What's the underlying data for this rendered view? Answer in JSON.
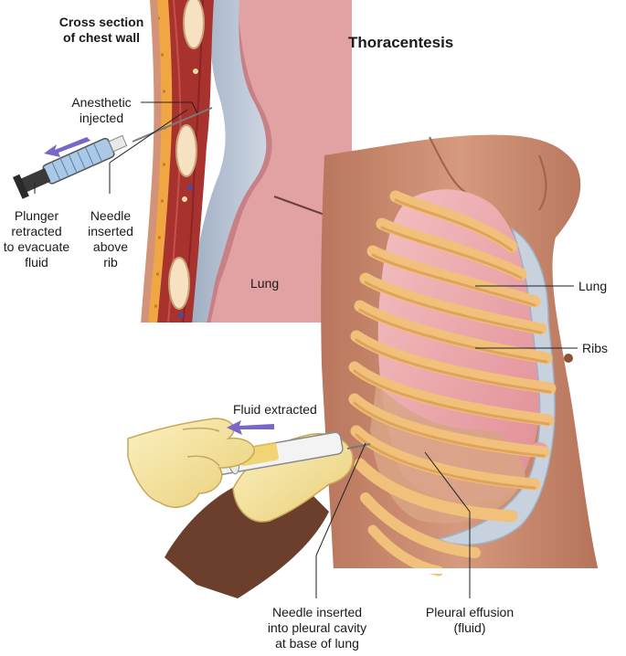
{
  "title": "Thoracentesis",
  "cross_section_title": "Cross section\nof chest wall",
  "labels": {
    "anesthetic": "Anesthetic\ninjected",
    "plunger": "Plunger\nretracted\nto evacuate\nfluid",
    "needle_above_rib": "Needle\ninserted\nabove\nrib",
    "lung_inset": "Lung",
    "lung_main": "Lung",
    "ribs": "Ribs",
    "fluid_extracted": "Fluid extracted",
    "needle_pleural": "Needle inserted\ninto pleural cavity\nat base of lung",
    "pleural_effusion": "Pleural effusion\n(fluid)"
  },
  "colors": {
    "skin": "#c98a6e",
    "skin_dark": "#a9684f",
    "rib": "#f1c07a",
    "lung": "#eaa3a8",
    "pleura": "#b9c6d6",
    "fat": "#f0a743",
    "muscle": "#a8322e",
    "glove": "#f3e29a",
    "arrow": "#7a66c8",
    "syringe_blue": "#9fc0dc"
  }
}
